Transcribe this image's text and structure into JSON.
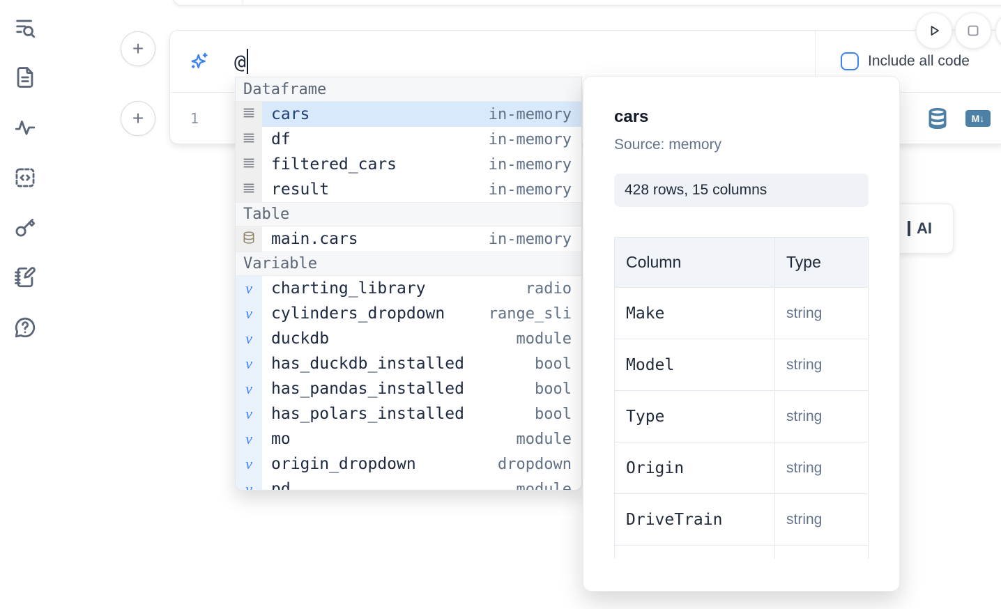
{
  "sidebar": {
    "icons": [
      {
        "name": "toc-search-icon"
      },
      {
        "name": "file-icon"
      },
      {
        "name": "activity-icon"
      },
      {
        "name": "code-square-icon"
      },
      {
        "name": "key-icon"
      },
      {
        "name": "notebook-pen-icon"
      },
      {
        "name": "help-bubble-icon"
      }
    ]
  },
  "icons": {
    "plus_glyph": "+",
    "variable_glyph": "v",
    "markdown_glyph": "M↓"
  },
  "colors": {
    "accent_blue": "#3b82f6",
    "steel_blue": "#4d80a6",
    "selected_row_bg": "#d7e9fb"
  },
  "cell": {
    "prompt_value": "@",
    "include_all_code_label": "Include all code",
    "line_number": "1"
  },
  "autocomplete": {
    "sections": [
      {
        "label": "Dataframe",
        "items": [
          {
            "name": "cars",
            "type": "in-memory"
          },
          {
            "name": "df",
            "type": "in-memory"
          },
          {
            "name": "filtered_cars",
            "type": "in-memory"
          },
          {
            "name": "result",
            "type": "in-memory"
          }
        ]
      },
      {
        "label": "Table",
        "items": [
          {
            "name": "main.cars",
            "type": "in-memory"
          }
        ]
      },
      {
        "label": "Variable",
        "items": [
          {
            "name": "charting_library",
            "type": "radio"
          },
          {
            "name": "cylinders_dropdown",
            "type": "range_sli"
          },
          {
            "name": "duckdb",
            "type": "module"
          },
          {
            "name": "has_duckdb_installed",
            "type": "bool"
          },
          {
            "name": "has_pandas_installed",
            "type": "bool"
          },
          {
            "name": "has_polars_installed",
            "type": "bool"
          },
          {
            "name": "mo",
            "type": "module"
          },
          {
            "name": "origin_dropdown",
            "type": "dropdown"
          },
          {
            "name": "pd",
            "type": "module"
          }
        ]
      }
    ]
  },
  "preview": {
    "title": "cars",
    "source": "Source: memory",
    "shape": "428 rows, 15 columns",
    "table": {
      "col_header": "Column",
      "type_header": "Type",
      "rows": [
        {
          "column": "Make",
          "type": "string"
        },
        {
          "column": "Model",
          "type": "string"
        },
        {
          "column": "Type",
          "type": "string"
        },
        {
          "column": "Origin",
          "type": "string"
        },
        {
          "column": "DriveTrain",
          "type": "string"
        }
      ]
    }
  },
  "ai_button": {
    "label": "AI"
  }
}
